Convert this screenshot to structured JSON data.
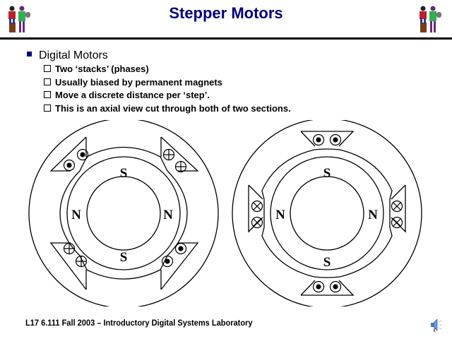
{
  "slide": {
    "title": "Stepper Motors",
    "bullets": [
      {
        "text": "Digital Motors",
        "subitems": [
          "Two ‘stacks’ (phases)",
          "Usually biased by permanent magnets",
          "Move a discrete distance per ‘step’.",
          "This is an axial view cut through both of two sections."
        ]
      }
    ],
    "footer": "L17  6.111   Fall 2003 – Introductory Digital Systems Laboratory",
    "icons": {
      "logo": "engineers-logo",
      "speaker": "speaker-icon"
    },
    "colors": {
      "title": "#000080",
      "bullet": "#000080"
    }
  },
  "diagrams": {
    "left": {
      "rotor_labels": {
        "top": "S",
        "bottom": "S",
        "left": "N",
        "right": "N"
      }
    },
    "right": {
      "rotor_labels": {
        "top": "S",
        "bottom": "S",
        "left": "N",
        "right": "N"
      }
    }
  }
}
